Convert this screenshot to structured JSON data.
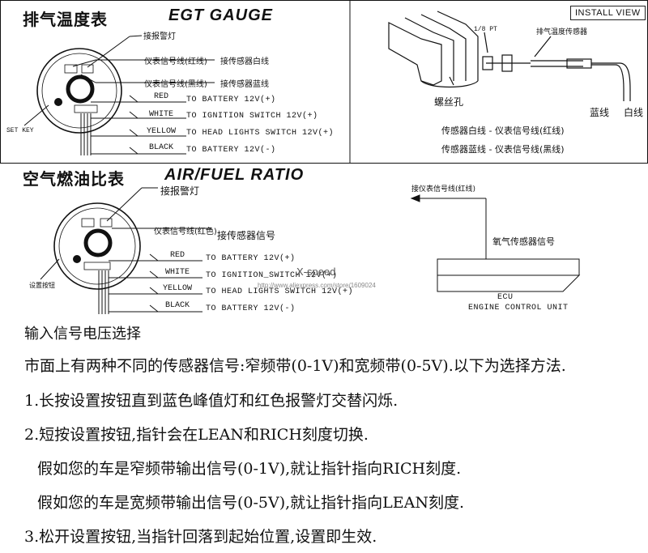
{
  "egt": {
    "title_cn": "排气温度表",
    "title_en": "EGT GAUGE",
    "warning_lamp": "接报警灯",
    "sig_red": "仪表信号线(红线)",
    "sig_black": "仪表信号线(黑线)",
    "to_white": "接传感器白线",
    "to_blue": "接传感器蓝线",
    "set_key": "SET KEY",
    "wires": [
      {
        "color": "RED",
        "dest": "TO BATTERY 12V(+)"
      },
      {
        "color": "WHITE",
        "dest": "TO IGNITION SWITCH 12V(+)"
      },
      {
        "color": "YELLOW",
        "dest": "TO HEAD LIGHTS SWITCH 12V(+)"
      },
      {
        "color": "BLACK",
        "dest": "TO BATTERY 12V(-)"
      }
    ]
  },
  "install": {
    "title": "INSTALL VIEW",
    "pt": "1/8 PT",
    "sensor": "排气温度传感器",
    "hole": "螺丝孔",
    "blue_wire": "蓝线",
    "white_wire": "白线",
    "note1": "传感器白线 - 仪表信号线(红线)",
    "note2": "传感器蓝线 - 仪表信号线(黑线)"
  },
  "afr": {
    "title_cn": "空气燃油比表",
    "title_en": "AIR/FUEL RATIO",
    "warning_lamp": "接报警灯",
    "sig_red": "仪表信号线(红色)",
    "to_sensor": "接传感器信号",
    "set_key": "设置按钮",
    "wires": [
      {
        "color": "RED",
        "dest": "TO BATTERY 12V(+)"
      },
      {
        "color": "WHITE",
        "dest": "TO IGNITION_SWITCH 12V(+)"
      },
      {
        "color": "YELLOW",
        "dest": "TO HEAD LIGHTS SWITCH 12V(+)"
      },
      {
        "color": "BLACK",
        "dest": "TO BATTERY 12V(-)"
      }
    ]
  },
  "ecu": {
    "signal": "接仪表信号线(红线)",
    "o2": "氧气传感器信号",
    "label1": "ECU",
    "label2": "ENGINE CONTROL UNIT"
  },
  "watermark": {
    "brand": "X-speed",
    "url": "http://www.aliexpress.com/store/1609024"
  },
  "instructions": [
    "输入信号电压选择",
    "市面上有两种不同的传感器信号:窄频带(0-1V)和宽频带(0-5V).以下为选择方法.",
    "1.长按设置按钮直到蓝色峰值灯和红色报警灯交替闪烁.",
    "2.短按设置按钮,指针会在LEAN和RICH刻度切换.",
    "假如您的车是窄频带输出信号(0-1V),就让指针指向RICH刻度.",
    "假如您的车是宽频带输出信号(0-5V),就让指针指向LEAN刻度.",
    "3.松开设置按钮,当指针回落到起始位置,设置即生效."
  ]
}
